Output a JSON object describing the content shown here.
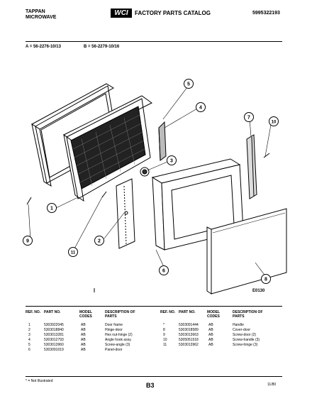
{
  "header": {
    "brand_line1": "TAPPAN",
    "brand_line2": "MICROWAVE",
    "logo_text": "WCI",
    "catalog_title": "FACTORY PARTS CATALOG",
    "catalog_number": "5995322193"
  },
  "models": {
    "a": "A = 56-2276-10/13",
    "b": "B = 56-2279-10/16"
  },
  "diagram": {
    "figure_code": "E0130",
    "callouts": [
      "1",
      "2",
      "3",
      "4",
      "5",
      "6",
      "7",
      "8",
      "9",
      "10",
      "11"
    ]
  },
  "table": {
    "columns": {
      "ref": "REF. NO.",
      "part": "PART NO.",
      "model": "MODEL CODES",
      "desc": "DESCRIPTION OF PARTS"
    },
    "left_rows": [
      {
        "ref": "1",
        "part": "5303922045",
        "model": "AB",
        "desc": "Door frame"
      },
      {
        "ref": "2",
        "part": "5303018840",
        "model": "AB",
        "desc": "Hinge-door"
      },
      {
        "ref": "3",
        "part": "5303013281",
        "model": "AB",
        "desc": "Hex nut-hinge (2)"
      },
      {
        "ref": "4",
        "part": "5303012793",
        "model": "AB",
        "desc": "Angle hook assy."
      },
      {
        "ref": "5",
        "part": "5303013960",
        "model": "AB",
        "desc": "Screw-angle (3)"
      },
      {
        "ref": "6",
        "part": "5303091019",
        "model": "AB",
        "desc": "Panel-door"
      }
    ],
    "right_rows": [
      {
        "ref": "*",
        "part": "5303091444",
        "model": "AB",
        "desc": "Handle"
      },
      {
        "ref": "8",
        "part": "5303018589",
        "model": "AB",
        "desc": "Cover-door"
      },
      {
        "ref": "9",
        "part": "5303013663",
        "model": "AB",
        "desc": "Screw-door (2)"
      },
      {
        "ref": "10",
        "part": "5305051518",
        "model": "AB",
        "desc": "Screw-handle (3)"
      },
      {
        "ref": "11",
        "part": "5303013962",
        "model": "AB",
        "desc": "Screw-hinge (3)"
      }
    ]
  },
  "footer": {
    "note": "* = Not Illustrated",
    "page": "B3",
    "date": "11/80"
  }
}
